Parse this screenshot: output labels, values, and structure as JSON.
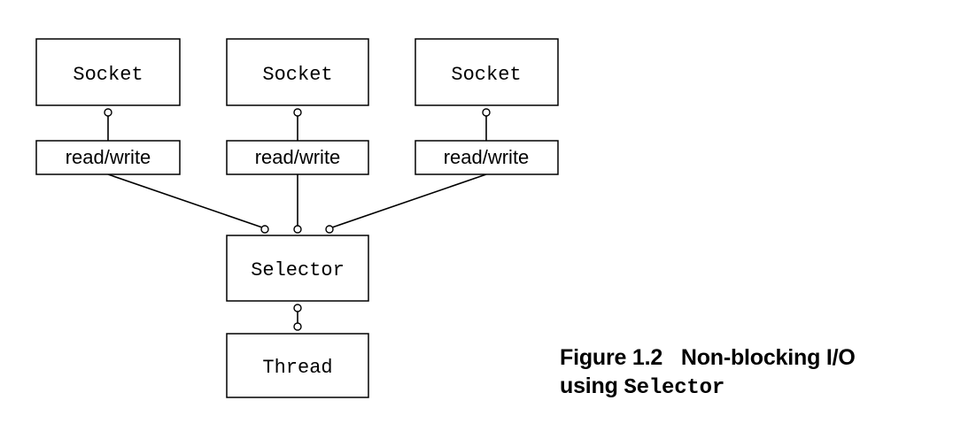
{
  "diagram": {
    "sockets": [
      {
        "label": "Socket"
      },
      {
        "label": "Socket"
      },
      {
        "label": "Socket"
      }
    ],
    "channels": [
      {
        "label": "read/write"
      },
      {
        "label": "read/write"
      },
      {
        "label": "read/write"
      }
    ],
    "selector": {
      "label": "Selector"
    },
    "thread": {
      "label": "Thread"
    }
  },
  "caption": {
    "figure_label": "Figure 1.2",
    "title_prefix": "Non-blocking I/O",
    "title_using": "using",
    "title_code": "Selector"
  }
}
